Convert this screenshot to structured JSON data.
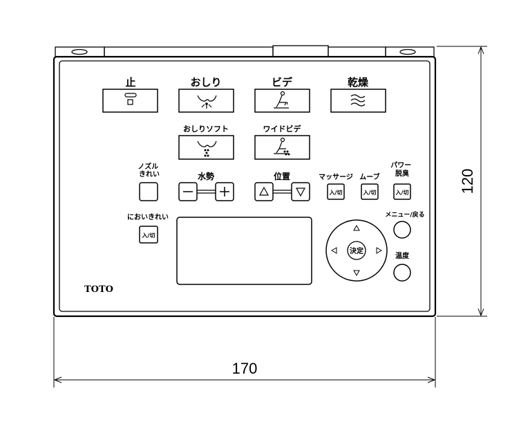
{
  "labels": {
    "stop": "止",
    "oshiri": "おしり",
    "bidet": "ビデ",
    "dry": "乾燥",
    "oshiri_soft": "おしりソフト",
    "wide_bidet": "ワイドビデ",
    "nozzle_clean": "ノズル\nきれい",
    "water_pressure": "水勢",
    "position": "位置",
    "massage": "マッサージ",
    "move": "ムーブ",
    "power_deodorize": "パワー\n脱臭",
    "odor_clean": "においきれい",
    "menu_back": "メニュー/戻る",
    "temperature": "温度",
    "enter": "決定",
    "on_off": "入/切"
  },
  "brand": "TOTO",
  "dimensions": {
    "width_value": "170",
    "height_value": "120"
  },
  "icons": {
    "stop": "stop-icon",
    "oshiri": "oshiri-spray-icon",
    "bidet": "bidet-icon",
    "dry": "dry-waves-icon",
    "oshiri_soft": "oshiri-soft-icon",
    "wide_bidet": "wide-bidet-icon",
    "minus": "minus-icon",
    "plus": "plus-icon",
    "up": "triangle-up-icon",
    "down": "triangle-down-icon"
  },
  "colors": {
    "line": "#000000",
    "panel_border": "#000000",
    "background": "#ffffff"
  }
}
